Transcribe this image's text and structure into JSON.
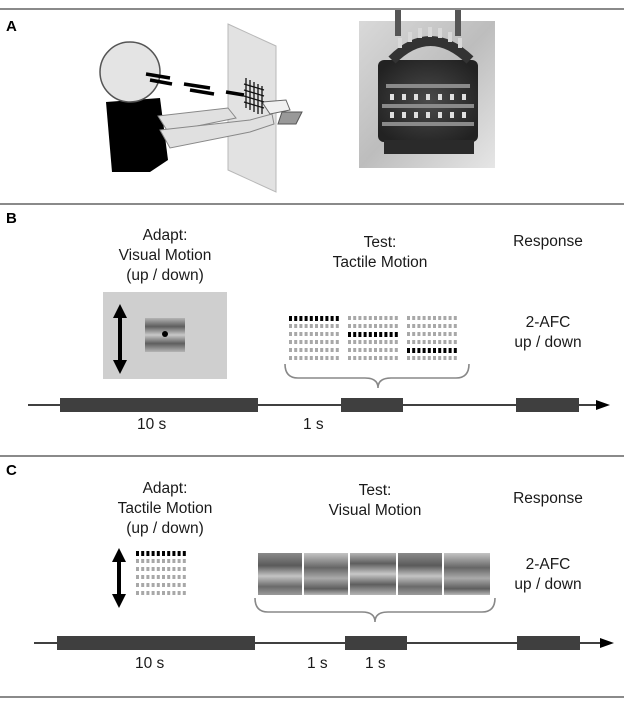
{
  "panels": {
    "a": {
      "letter": "A"
    },
    "b": {
      "letter": "B",
      "adapt_line1": "Adapt:",
      "adapt_line2": "Visual Motion",
      "adapt_line3": "(up / down)",
      "test_line1": "Test:",
      "test_line2": "Tactile Motion",
      "response": "Response",
      "afc_line1": "2-AFC",
      "afc_line2": "up / down",
      "time_adapt": "10 s",
      "time_gap": "1 s"
    },
    "c": {
      "letter": "C",
      "adapt_line1": "Adapt:",
      "adapt_line2": "Tactile Motion",
      "adapt_line3": "(up / down)",
      "test_line1": "Test:",
      "test_line2": "Visual Motion",
      "response": "Response",
      "afc_line1": "2-AFC",
      "afc_line2": "up / down",
      "time_adapt": "10 s",
      "time_gap": "1 s",
      "time_test": "1 s"
    }
  },
  "colors": {
    "timeline_block": "#3f3f3f",
    "rule": "#8a8a8a",
    "active_pin": "#000000",
    "inactive_pin": "#a8a8a8",
    "adapt_box": "#cfcfcf"
  }
}
